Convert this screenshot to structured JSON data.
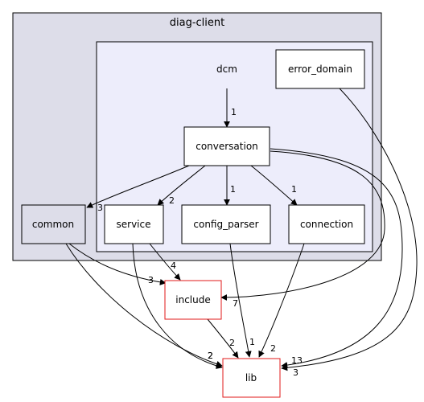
{
  "clusters": {
    "outer": {
      "label": "diag-client"
    },
    "inner": {
      "label": "dcm"
    }
  },
  "nodes": {
    "error_domain": "error_domain",
    "conversation": "conversation",
    "common": "common",
    "service": "service",
    "config_parser": "config_parser",
    "connection": "connection",
    "include": "include",
    "lib": "lib"
  },
  "edges": {
    "dcm_conversation": "1",
    "conversation_common": "3",
    "conversation_service": "2",
    "conversation_config_parser": "1",
    "conversation_connection": "1",
    "conversation_include": "7",
    "conversation_lib": "13",
    "error_domain_lib": "3",
    "common_include": "3",
    "common_lib": "2",
    "service_include": "4",
    "service_lib": "2",
    "include_lib": "2",
    "config_parser_lib": "1",
    "connection_lib": "2"
  },
  "colors": {
    "outer_cluster_fill": "#dddde9",
    "inner_cluster_fill": "#ededfb",
    "node_fill": "#ffffff",
    "external_node_border": "#e01818",
    "internal_node_border": "#000000",
    "common_fill": "#dddde9"
  }
}
